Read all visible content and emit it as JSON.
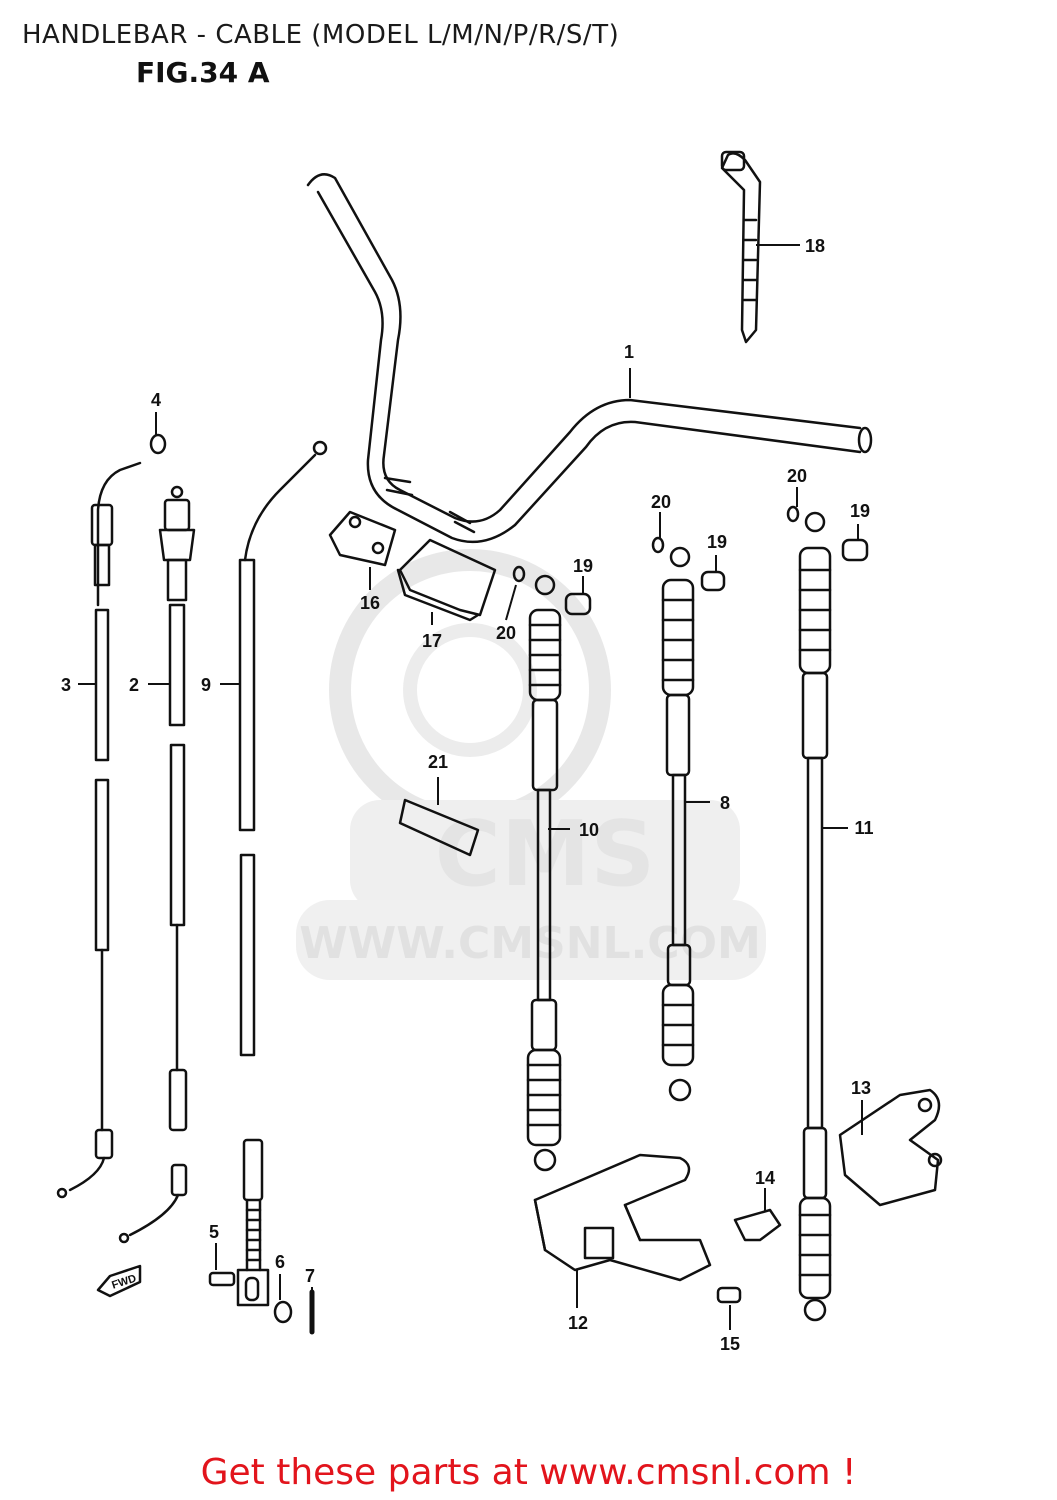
{
  "header": {
    "title": "HANDLEBAR - CABLE (MODEL L/M/N/P/R/S/T)",
    "figure": "FIG.34 A"
  },
  "watermark": {
    "brand": "CMS",
    "url": "WWW.CMSNL.COM"
  },
  "direction_marker": "FWD",
  "callouts": [
    "1",
    "2",
    "3",
    "4",
    "5",
    "6",
    "7",
    "8",
    "9",
    "10",
    "11",
    "12",
    "13",
    "14",
    "15",
    "16",
    "17",
    "18",
    "19",
    "19",
    "19",
    "20",
    "20",
    "20",
    "21"
  ],
  "footer": {
    "cta": "Get these parts at www.cmsnl.com !"
  },
  "colors": {
    "line": "#111111",
    "watermark": "#d9d9d9",
    "cta": "#e2141c"
  }
}
